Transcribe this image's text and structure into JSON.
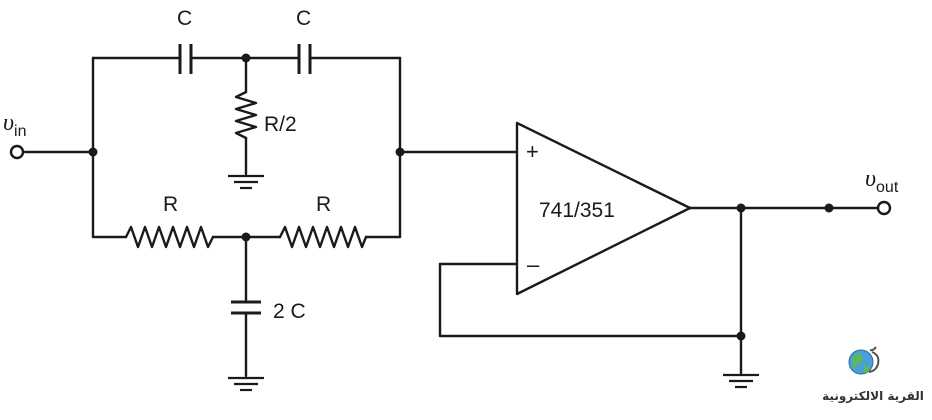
{
  "diagram": {
    "input_label": {
      "main": "υ",
      "sub": "in"
    },
    "output_label": {
      "main": "υ",
      "sub": "out"
    },
    "top_left_capacitor": "C",
    "top_right_capacitor": "C",
    "shunt_resistor": "R/2",
    "bottom_left_resistor": "R",
    "bottom_right_resistor": "R",
    "shunt_capacitor": "2 C",
    "opamp_part": "741/351",
    "opamp_noninverting": "+",
    "opamp_inverting": "–"
  },
  "watermark": {
    "text": "القرية الالكترونية",
    "icon": "globe-icon"
  }
}
